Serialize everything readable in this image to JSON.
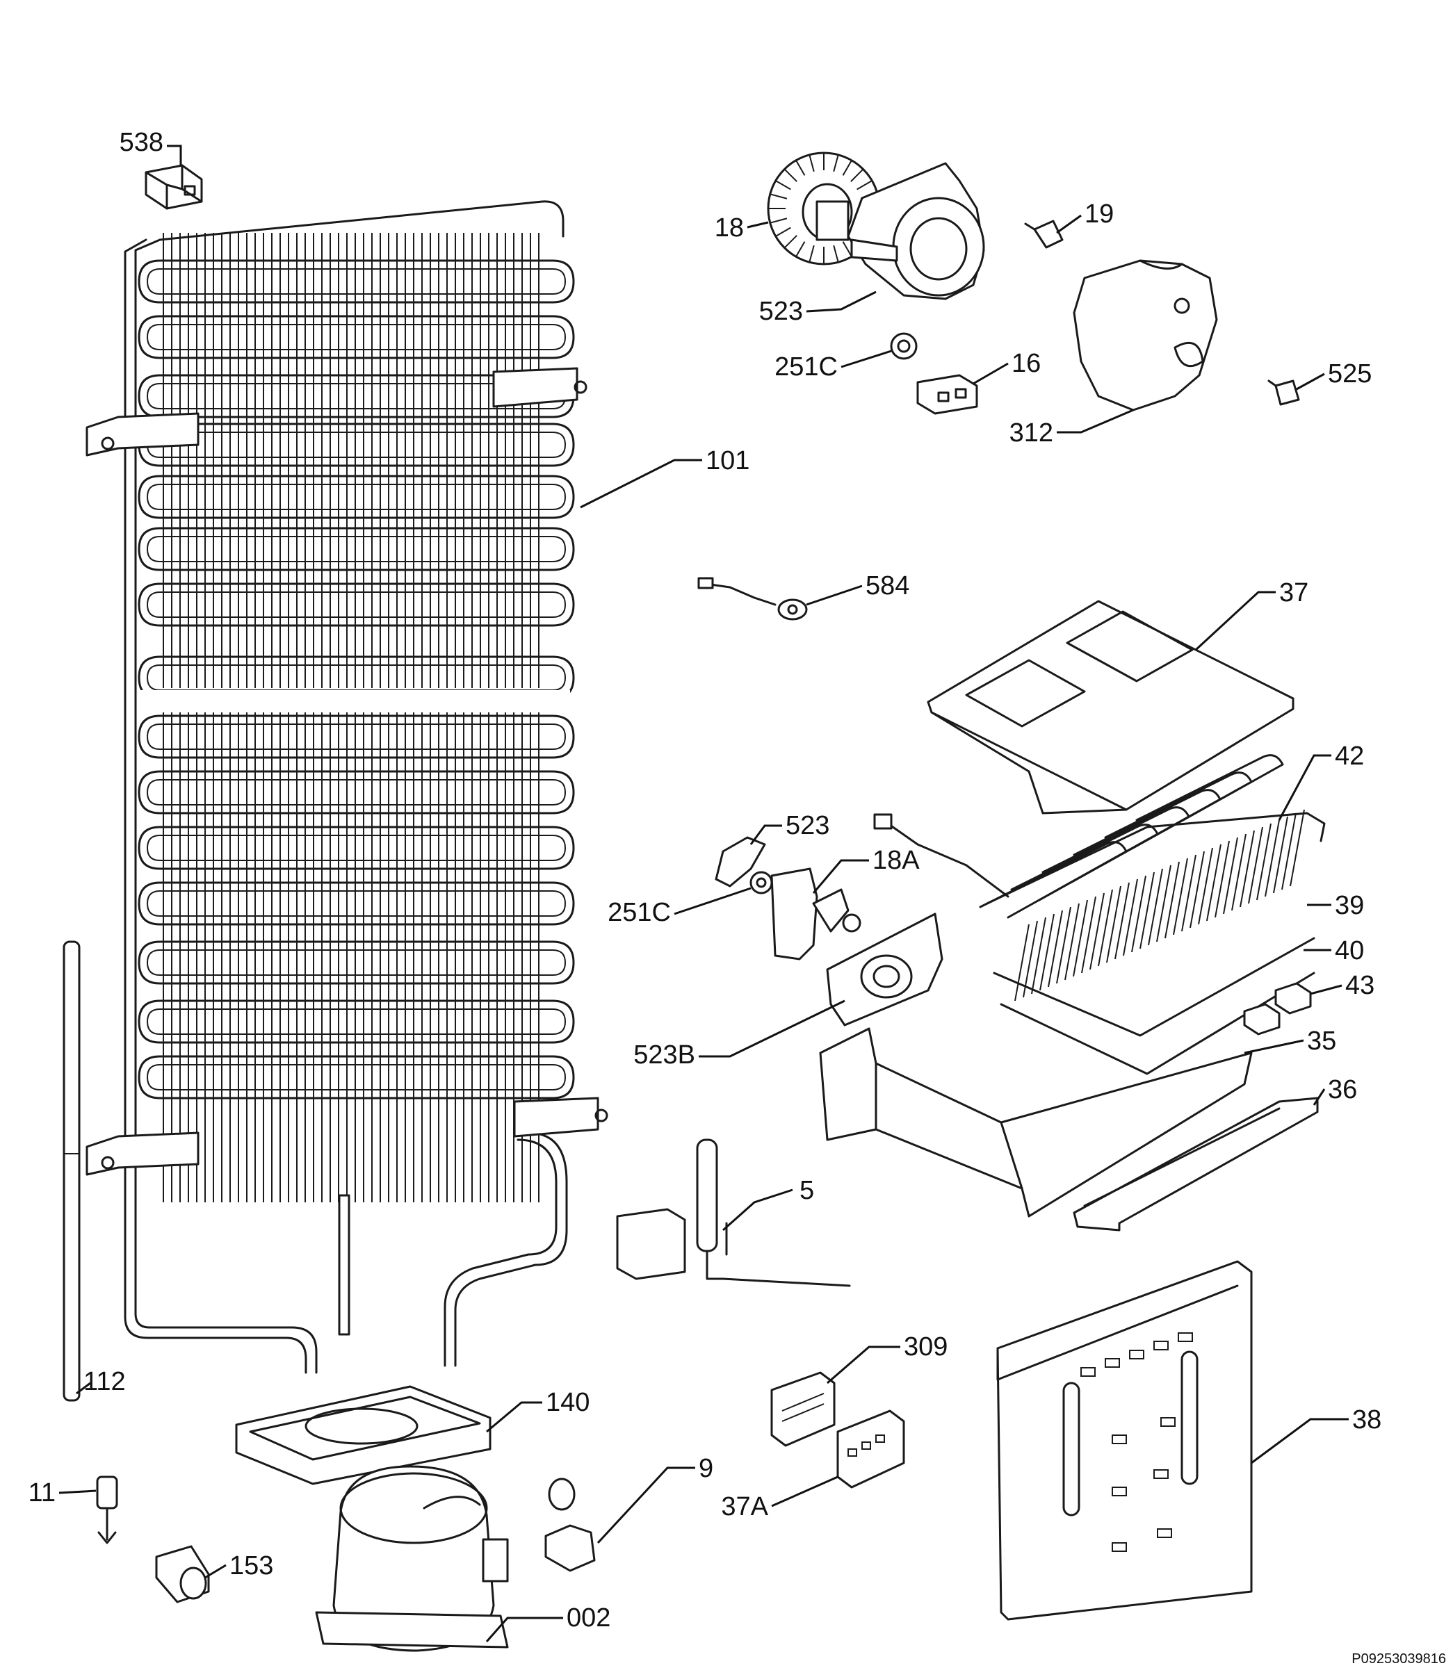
{
  "document_code": "P09253039816",
  "parts": [
    {
      "id": "p538",
      "label": "538",
      "icon": "connector-plug-icon"
    },
    {
      "id": "p18",
      "label": "18",
      "icon": "fan-motor-icon"
    },
    {
      "id": "p19",
      "label": "19",
      "icon": "lamp-bulb-icon"
    },
    {
      "id": "p523-top",
      "label": "523",
      "icon": "fan-housing-icon"
    },
    {
      "id": "p251c-top",
      "label": "251C",
      "icon": "fan-blade-icon"
    },
    {
      "id": "p16",
      "label": "16",
      "icon": "switch-icon"
    },
    {
      "id": "p525",
      "label": "525",
      "icon": "lamp-socket-icon"
    },
    {
      "id": "p312",
      "label": "312",
      "icon": "lamp-cover-icon"
    },
    {
      "id": "p101",
      "label": "101",
      "icon": "condenser-icon"
    },
    {
      "id": "p584",
      "label": "584",
      "icon": "sensor-icon"
    },
    {
      "id": "p37",
      "label": "37",
      "icon": "cover-plate-icon"
    },
    {
      "id": "p42",
      "label": "42",
      "icon": "heater-icon"
    },
    {
      "id": "p523-mid",
      "label": "523",
      "icon": "bracket-icon"
    },
    {
      "id": "p18a",
      "label": "18A",
      "icon": "fan-motor-icon"
    },
    {
      "id": "p251c-mid",
      "label": "251C",
      "icon": "grommet-icon"
    },
    {
      "id": "p39",
      "label": "39",
      "icon": "evaporator-icon"
    },
    {
      "id": "p40",
      "label": "40",
      "icon": "insulation-pad-icon"
    },
    {
      "id": "p43",
      "label": "43",
      "icon": "clip-icon"
    },
    {
      "id": "p523b",
      "label": "523B",
      "icon": "fan-cover-icon"
    },
    {
      "id": "p35",
      "label": "35",
      "icon": "drain-tray-icon"
    },
    {
      "id": "p36",
      "label": "36",
      "icon": "channel-icon"
    },
    {
      "id": "p5",
      "label": "5",
      "icon": "dryer-filter-icon"
    },
    {
      "id": "p112",
      "label": "112",
      "icon": "tube-icon"
    },
    {
      "id": "p309",
      "label": "309",
      "icon": "control-board-icon"
    },
    {
      "id": "p140",
      "label": "140",
      "icon": "compressor-base-icon"
    },
    {
      "id": "p38",
      "label": "38",
      "icon": "rear-panel-icon"
    },
    {
      "id": "p9",
      "label": "9",
      "icon": "relay-icon"
    },
    {
      "id": "p37a",
      "label": "37A",
      "icon": "display-board-icon"
    },
    {
      "id": "p11",
      "label": "11",
      "icon": "valve-icon"
    },
    {
      "id": "p153",
      "label": "153",
      "icon": "capacitor-icon"
    },
    {
      "id": "p002",
      "label": "002",
      "icon": "compressor-icon"
    }
  ]
}
